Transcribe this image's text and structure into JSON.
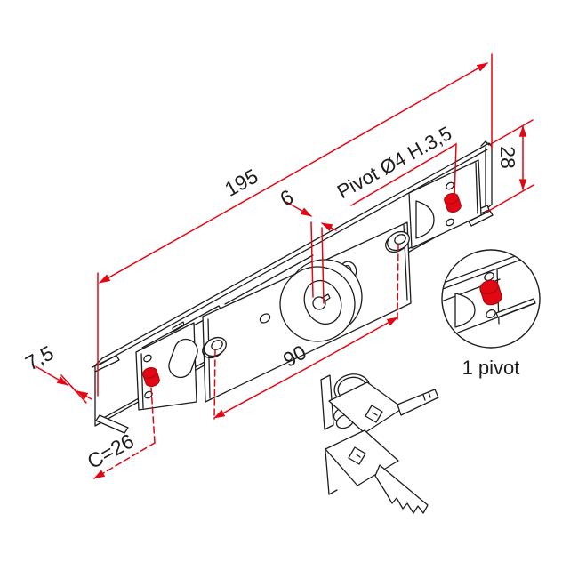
{
  "drawing": {
    "dimensions": {
      "overall_length": "195",
      "slot_width": "6",
      "profile_height": "28",
      "profile_depth": "7,5",
      "fixing_hole_spacing": "90",
      "pivot_position": "C=26"
    },
    "annotations": {
      "pivot_spec": "Pivot Ø4 H.3,5",
      "detail_caption": "1 pivot"
    },
    "colors": {
      "dimension_red": "#e30613",
      "line_color": "#1d1d1b",
      "background": "#ffffff"
    }
  }
}
